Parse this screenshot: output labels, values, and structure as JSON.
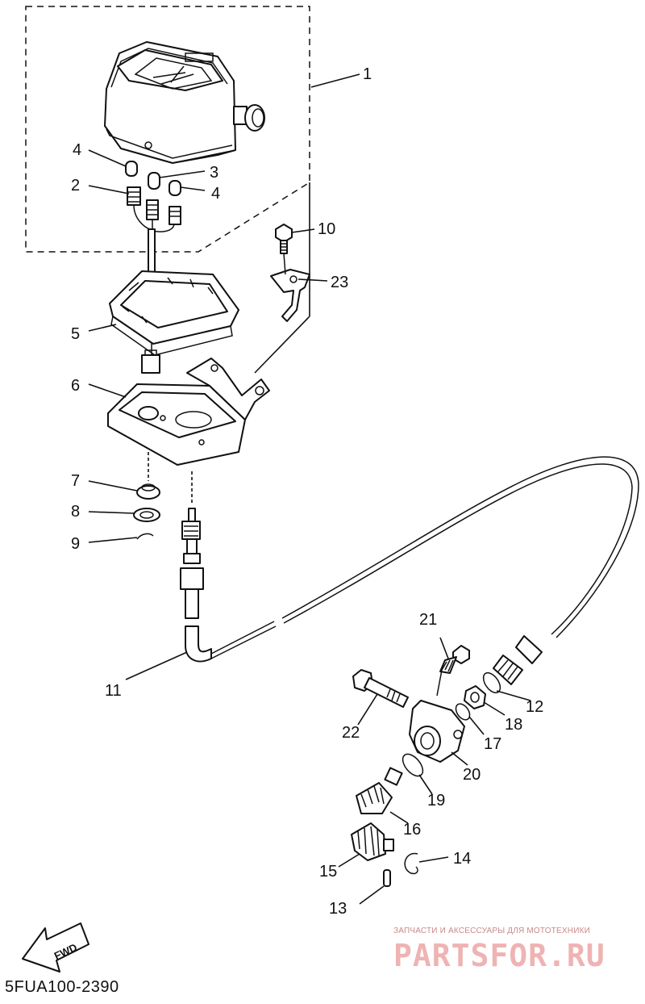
{
  "labels": {
    "l1": "1",
    "l2": "2",
    "l3": "3",
    "l4a": "4",
    "l4b": "4",
    "l5": "5",
    "l6": "6",
    "l7": "7",
    "l8": "8",
    "l9": "9",
    "l10": "10",
    "l11": "11",
    "l12": "12",
    "l13": "13",
    "l14": "14",
    "l15": "15",
    "l16": "16",
    "l17": "17",
    "l18": "18",
    "l19": "19",
    "l20": "20",
    "l21": "21",
    "l22": "22",
    "l23": "23"
  },
  "fwd_label": "FWD",
  "page_code": "5FUA100-2390",
  "watermark": {
    "tagline": "ЗАПЧАСТИ И АКСЕССУАРЫ ДЛЯ МОТОТЕХНИКИ",
    "brand": "PARTSFOR.RU"
  }
}
